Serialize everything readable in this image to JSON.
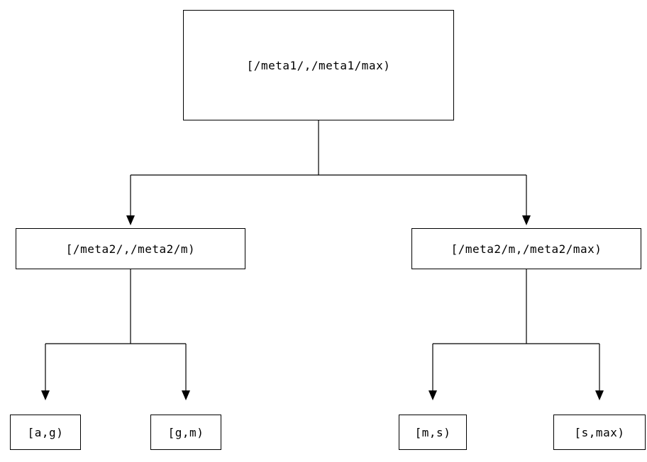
{
  "tree": {
    "root": {
      "label": "[/meta1/,/meta1/max)"
    },
    "children": [
      {
        "label": "[/meta2/,/meta2/m)"
      },
      {
        "label": "[/meta2/m,/meta2/max)"
      }
    ],
    "leaves": [
      {
        "label": "[a,g)"
      },
      {
        "label": "[g,m)"
      },
      {
        "label": "[m,s)"
      },
      {
        "label": "[s,max)"
      }
    ]
  },
  "colors": {
    "background": "#ffffff",
    "line": "#000000",
    "box_border": "#000000",
    "text": "#000000"
  }
}
